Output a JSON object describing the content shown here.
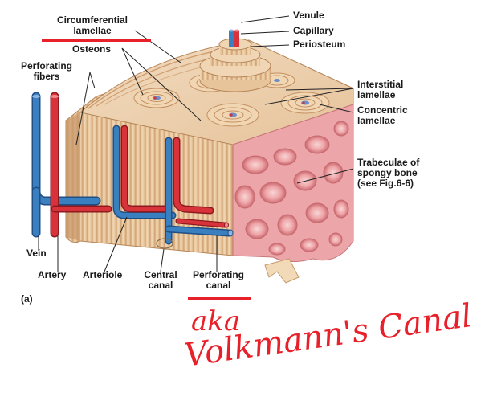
{
  "labels": {
    "circumferential": "Circumferential",
    "lamellae_1": "lamellae",
    "osteons": "Osteons",
    "perforating_fibers_1": "Perforating",
    "perforating_fibers_2": "fibers",
    "venule": "Venule",
    "capillary": "Capillary",
    "periosteum": "Periosteum",
    "interstitial_1": "Interstitial",
    "interstitial_2": "lamellae",
    "concentric_1": "Concentric",
    "concentric_2": "lamellae",
    "trabeculae_1": "Trabeculae of",
    "trabeculae_2": "spongy bone",
    "trabeculae_3": "(see Fig.6-6)",
    "vein": "Vein",
    "artery": "Artery",
    "arteriole": "Arteriole",
    "central_1": "Central",
    "central_2": "canal",
    "perforating_canal_1": "Perforating",
    "perforating_canal_2": "canal",
    "panel": "(a)"
  },
  "annotation": {
    "line1": "aka",
    "line2": "Volkmann's Canal"
  },
  "colors": {
    "annotation_red": "#e8202a",
    "vein_blue": "#3a7fc0",
    "artery_red": "#d8323a",
    "bone_tan": "#e9c9a3",
    "spongy_pink": "#eca5a8"
  }
}
